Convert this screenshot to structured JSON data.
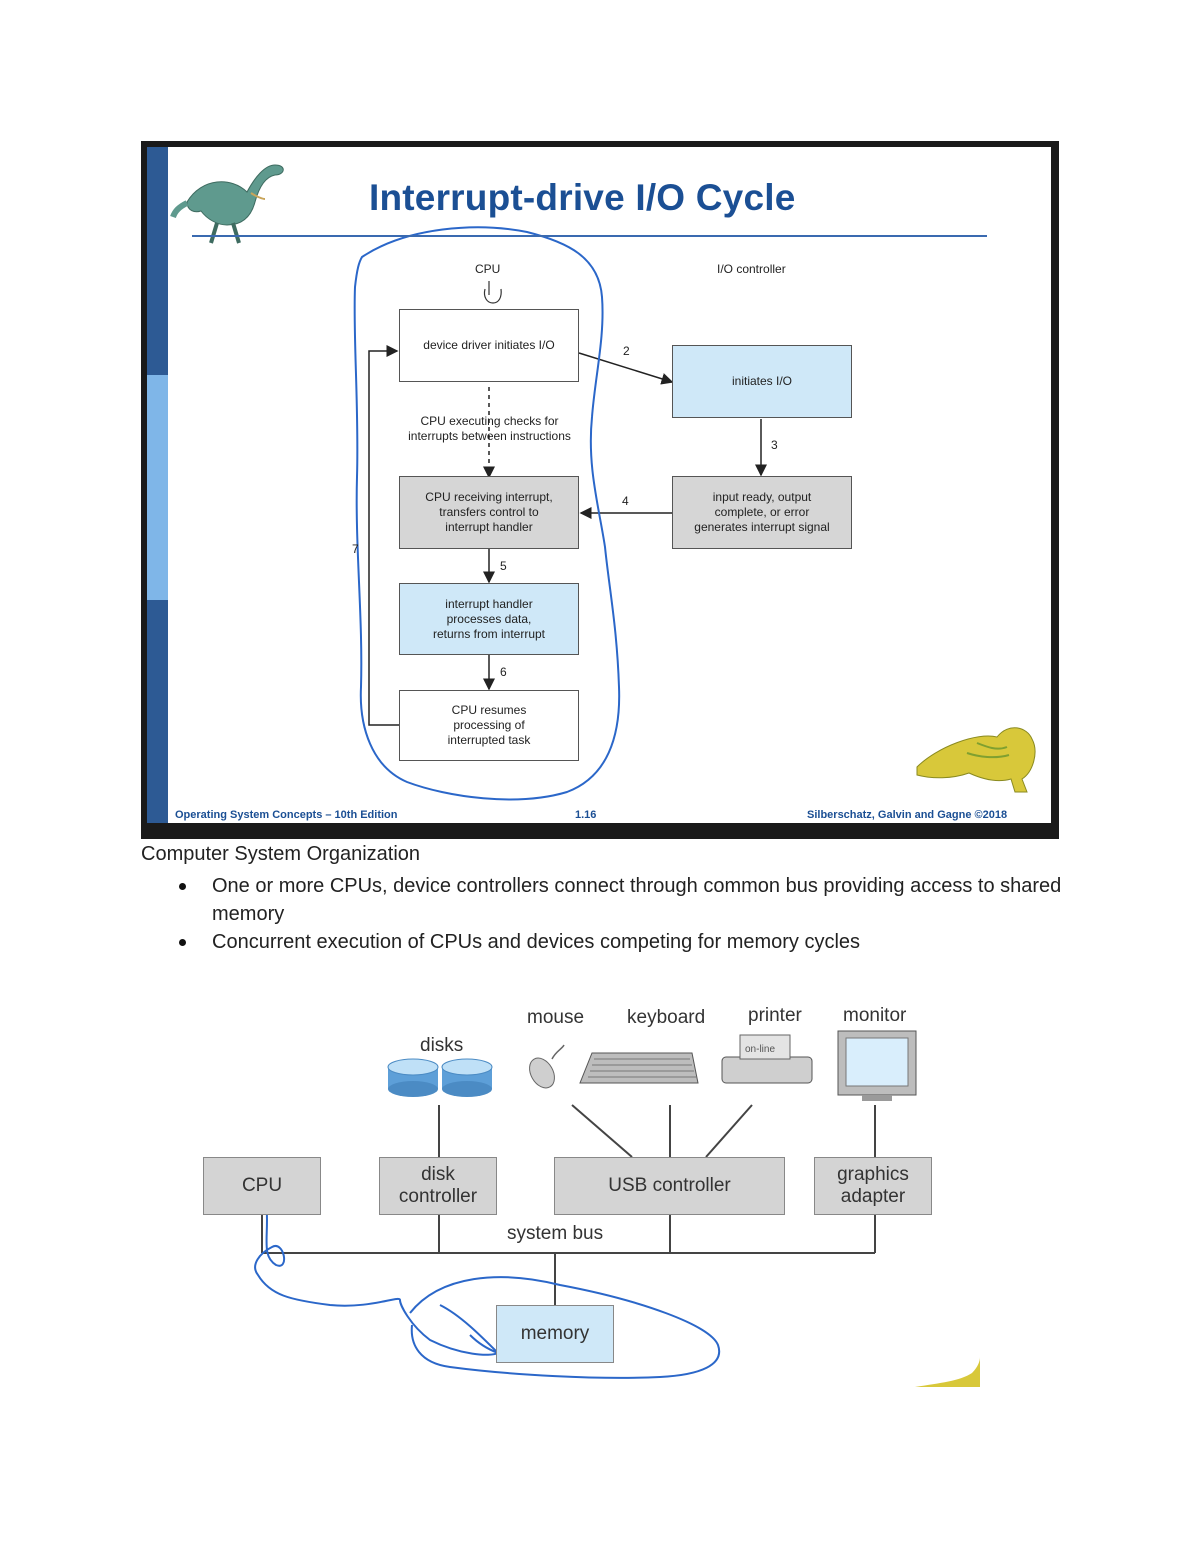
{
  "slide": {
    "title": "Interrupt-drive I/O Cycle",
    "cpu_label": "CPU",
    "io_controller_label": "I/O controller",
    "boxes": {
      "device_driver": "device driver initiates I/O",
      "cpu_executing": "CPU executing checks for\ninterrupts between instructions",
      "cpu_receiving": "CPU receiving interrupt,\ntransfers control to\ninterrupt handler",
      "interrupt_handler": "interrupt handler\nprocesses data,\nreturns from interrupt",
      "cpu_resumes": "CPU resumes\nprocessing of\ninterrupted task",
      "initiates_io": "initiates I/O",
      "input_ready": "input ready, output\ncomplete, or error\ngenerates interrupt signal"
    },
    "steps": {
      "s2": "2",
      "s3": "3",
      "s4": "4",
      "s5": "5",
      "s6": "6",
      "s7": "7"
    },
    "footer": {
      "left": "Operating System Concepts – 10th Edition",
      "page": "1.16",
      "right": "Silberschatz, Galvin and Gagne ©2018"
    },
    "colors": {
      "accent": "#1b4f94",
      "sidebar_dark": "#2d5a94",
      "sidebar_light": "#7fb6e8",
      "ink": "#2b67c9"
    }
  },
  "section": {
    "title": "Computer System Organization",
    "bullets": [
      "One or more CPUs, device controllers connect through common bus providing access to shared memory",
      "Concurrent execution of CPUs and devices competing for memory cycles"
    ]
  },
  "diagram": {
    "devices": {
      "disks": "disks",
      "mouse": "mouse",
      "keyboard": "keyboard",
      "printer": "printer",
      "monitor": "monitor",
      "printer_tag": "on-line"
    },
    "components": {
      "cpu": "CPU",
      "disk_controller": "disk\ncontroller",
      "usb_controller": "USB controller",
      "graphics_adapter": "graphics\nadapter",
      "memory": "memory"
    },
    "bus_label": "system bus"
  }
}
